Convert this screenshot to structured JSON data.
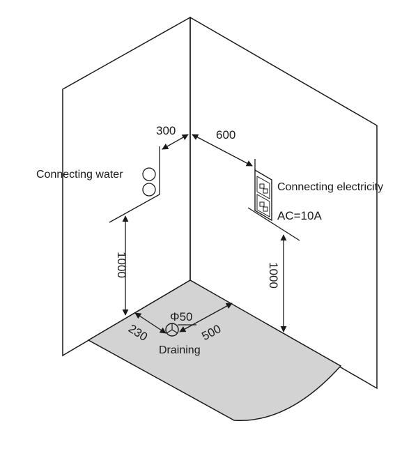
{
  "labels": {
    "connecting_water": "Connecting water",
    "connecting_electricity": "Connecting electricity",
    "ac_rating": "AC=10A",
    "draining": "Draining",
    "drain_diameter": "Φ50"
  },
  "dimensions": {
    "water_offset": "300",
    "electric_offset": "600",
    "water_height": "1000",
    "electric_height": "1000",
    "drain_offset_left": "230",
    "drain_offset_right": "500"
  },
  "colors": {
    "line": "#1a1a1a",
    "tray_fill": "#d3d3d3"
  }
}
